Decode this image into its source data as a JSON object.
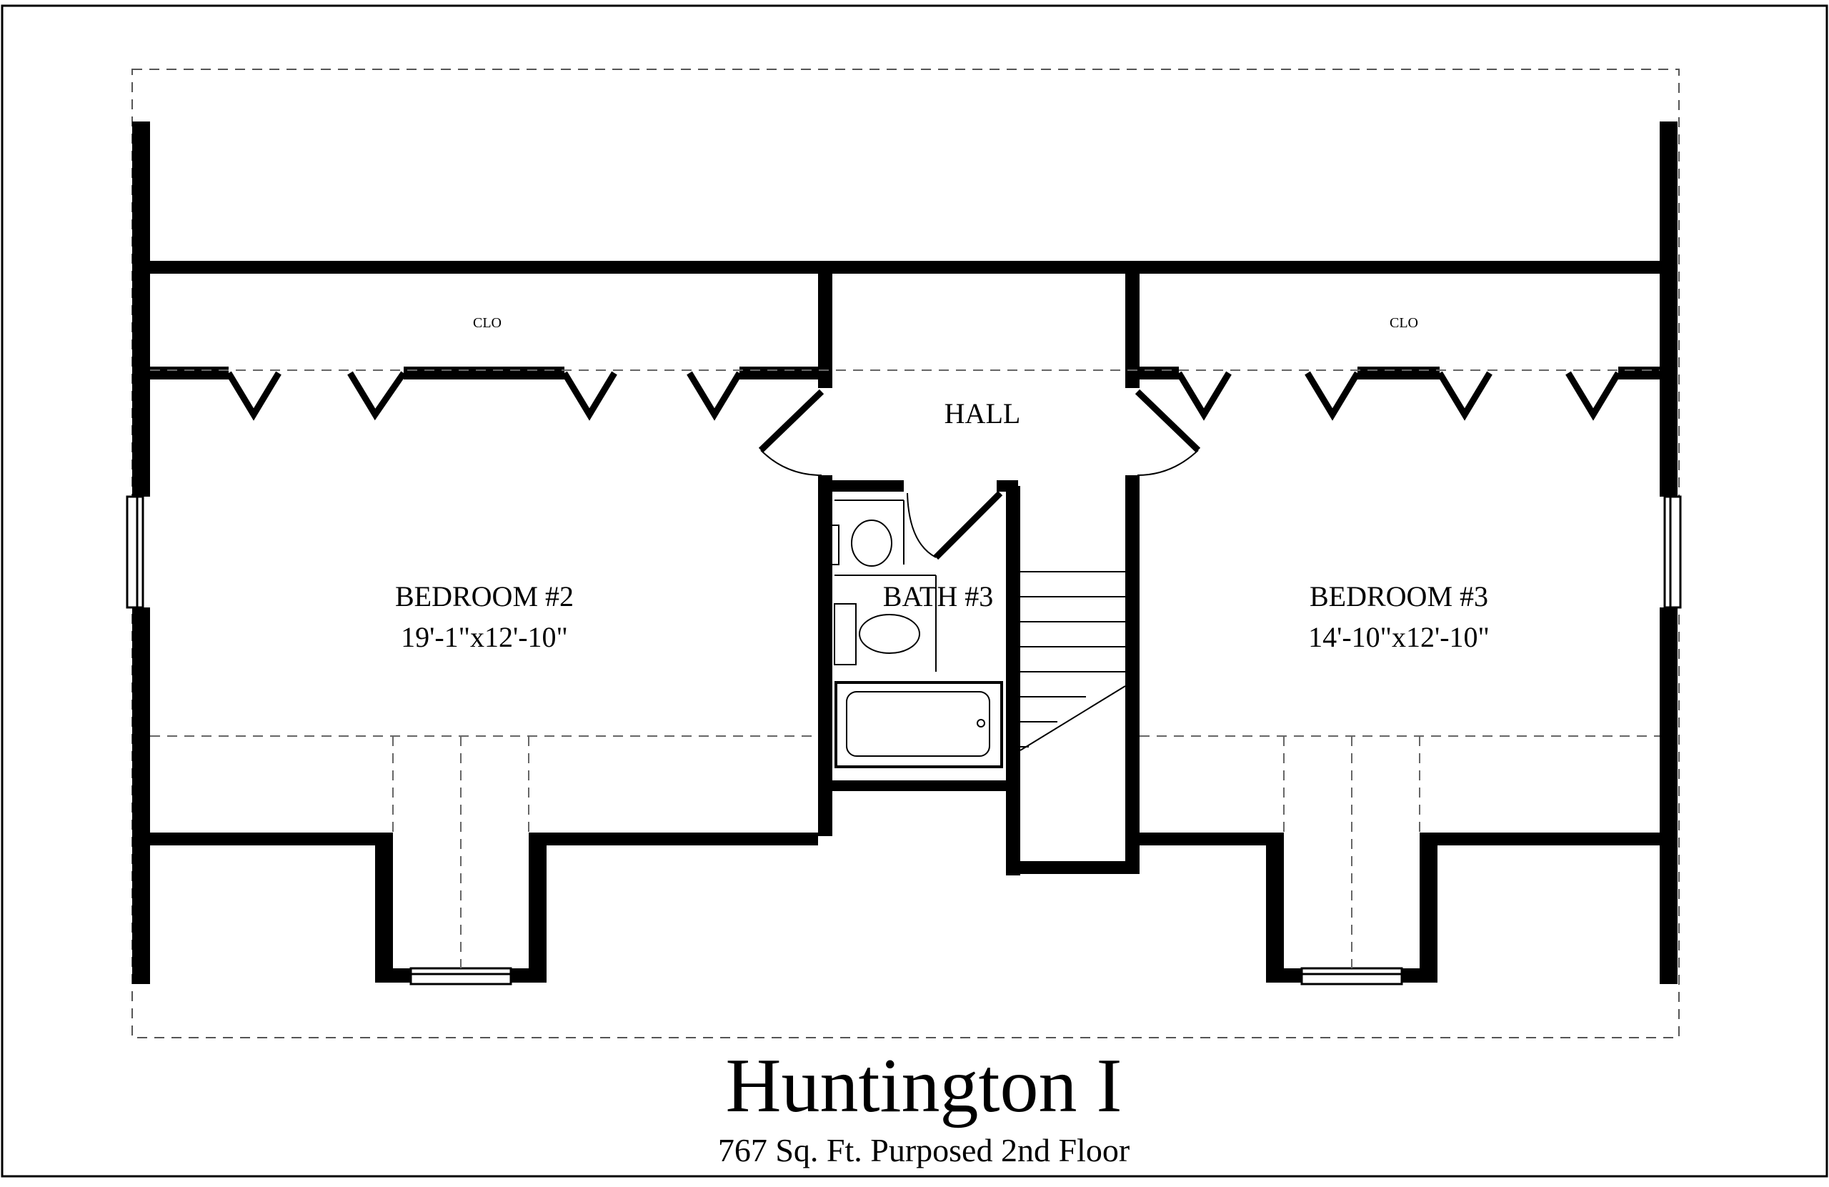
{
  "plan": {
    "rooms": {
      "bedroom2": {
        "name": "BEDROOM #2",
        "size": "19'-1\"x12'-10\""
      },
      "bedroom3": {
        "name": "BEDROOM #3",
        "size": "14'-10\"x12'-10\""
      },
      "bath3": {
        "name": "BATH #3"
      },
      "hall": {
        "name": "HALL"
      },
      "closet_left": {
        "name": "CLO"
      },
      "closet_right": {
        "name": "CLO"
      }
    }
  },
  "footer": {
    "title": "Huntington I",
    "subtitle": "767 Sq. Ft. Purposed 2nd Floor"
  }
}
